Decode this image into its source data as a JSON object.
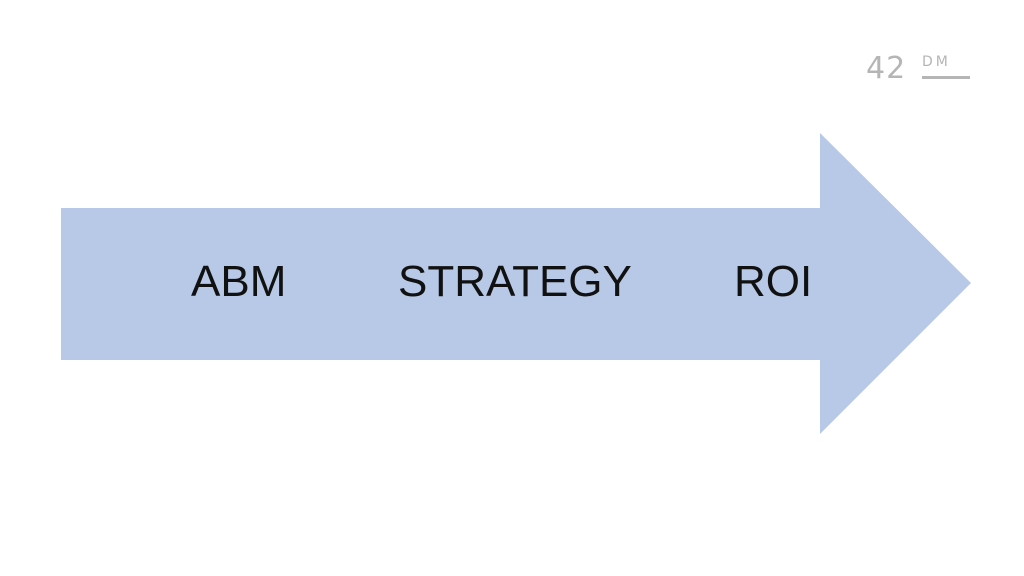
{
  "slide": {
    "arrow_color": "#b7c9e7",
    "stages": [
      {
        "label": "ABM"
      },
      {
        "label": "STRATEGY"
      },
      {
        "label": "ROI"
      }
    ]
  },
  "logo": {
    "number": "42",
    "letters": "DM",
    "color": "#b5b5b5"
  }
}
